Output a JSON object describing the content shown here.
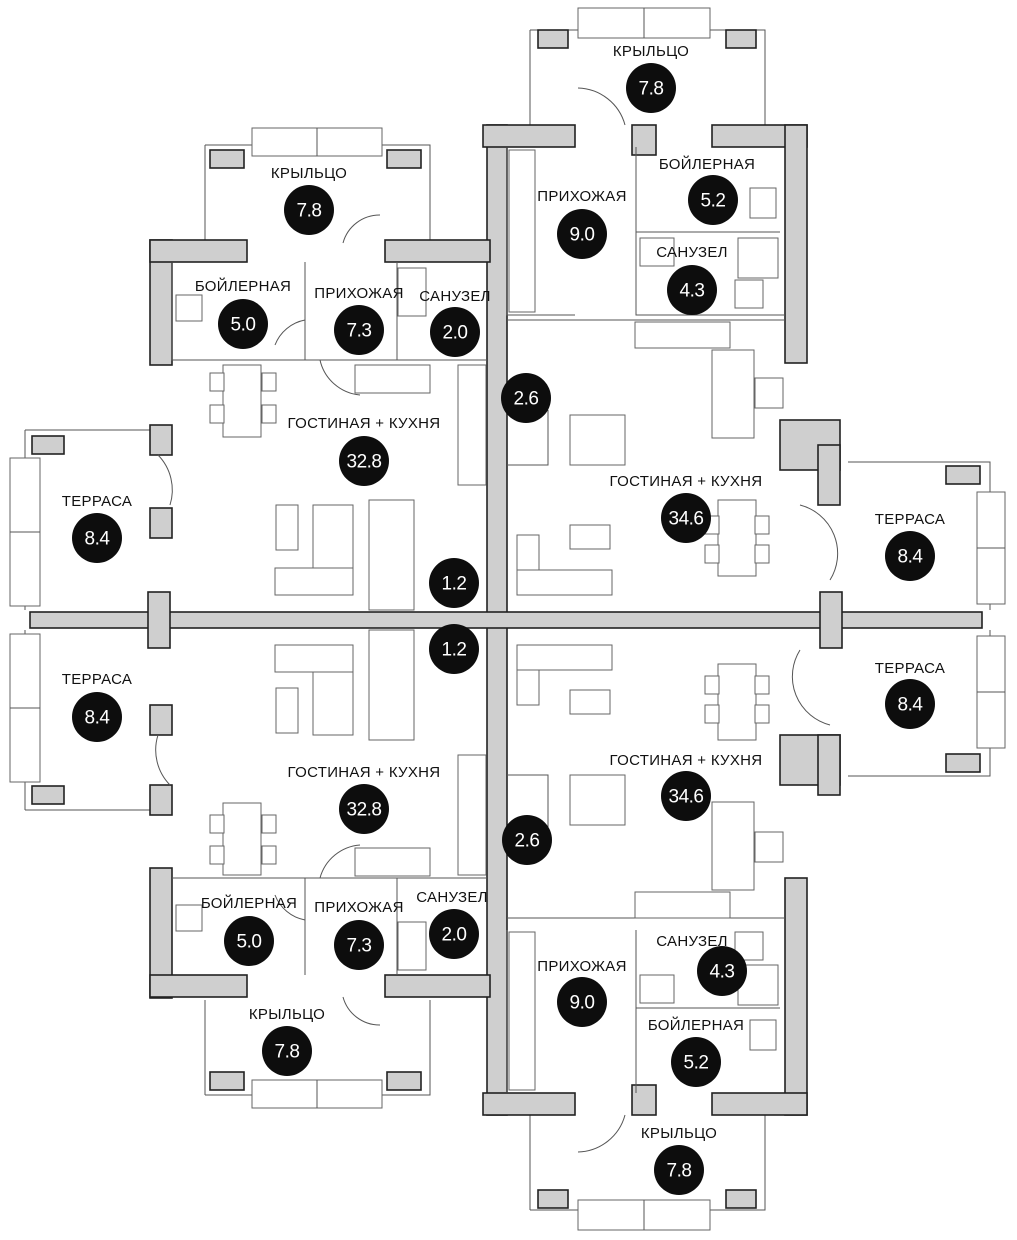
{
  "rooms": [
    {
      "id": "porch-tr",
      "label": "КРЫЛЬЦО",
      "area": "7.8"
    },
    {
      "id": "boiler-tr",
      "label": "БОЙЛЕРНАЯ",
      "area": "5.2"
    },
    {
      "id": "hall-tr",
      "label": "ПРИХОЖАЯ",
      "area": "9.0"
    },
    {
      "id": "bath-tr",
      "label": "САНУЗЕЛ",
      "area": "4.3"
    },
    {
      "id": "stair-tr",
      "label": "",
      "area": "2.6"
    },
    {
      "id": "living-tr",
      "label": "ГОСТИНАЯ + КУХНЯ",
      "area": "34.6"
    },
    {
      "id": "terrace-tr",
      "label": "ТЕРРАСА",
      "area": "8.4"
    },
    {
      "id": "porch-tl",
      "label": "КРЫЛЬЦО",
      "area": "7.8"
    },
    {
      "id": "boiler-tl",
      "label": "БОЙЛЕРНАЯ",
      "area": "5.0"
    },
    {
      "id": "hall-tl",
      "label": "ПРИХОЖАЯ",
      "area": "7.3"
    },
    {
      "id": "bath-tl",
      "label": "САНУЗЕЛ",
      "area": "2.0"
    },
    {
      "id": "living-tl",
      "label": "ГОСТИНАЯ + КУХНЯ",
      "area": "32.8"
    },
    {
      "id": "terrace-tl",
      "label": "ТЕРРАСА",
      "area": "8.4"
    },
    {
      "id": "closet-tl",
      "label": "",
      "area": "1.2"
    },
    {
      "id": "closet-bl",
      "label": "",
      "area": "1.2"
    },
    {
      "id": "terrace-bl",
      "label": "ТЕРРАСА",
      "area": "8.4"
    },
    {
      "id": "living-bl",
      "label": "ГОСТИНАЯ + КУХНЯ",
      "area": "32.8"
    },
    {
      "id": "boiler-bl",
      "label": "БОЙЛЕРНАЯ",
      "area": "5.0"
    },
    {
      "id": "hall-bl",
      "label": "ПРИХОЖАЯ",
      "area": "7.3"
    },
    {
      "id": "bath-bl",
      "label": "САНУЗЕЛ",
      "area": "2.0"
    },
    {
      "id": "porch-bl",
      "label": "КРЫЛЬЦО",
      "area": "7.8"
    },
    {
      "id": "terrace-br",
      "label": "ТЕРРАСА",
      "area": "8.4"
    },
    {
      "id": "living-br",
      "label": "ГОСТИНАЯ + КУХНЯ",
      "area": "34.6"
    },
    {
      "id": "stair-br",
      "label": "",
      "area": "2.6"
    },
    {
      "id": "bath-br",
      "label": "САНУЗЕЛ",
      "area": "4.3"
    },
    {
      "id": "hall-br",
      "label": "ПРИХОЖАЯ",
      "area": "9.0"
    },
    {
      "id": "boiler-br",
      "label": "БОЙЛЕРНАЯ",
      "area": "5.2"
    },
    {
      "id": "porch-br",
      "label": "КРЫЛЬЦО",
      "area": "7.8"
    }
  ]
}
